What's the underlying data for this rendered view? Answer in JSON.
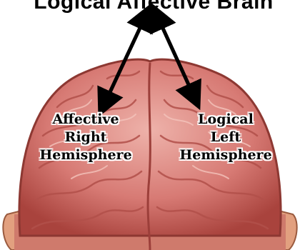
{
  "header": {
    "top_text": "Logical Affective Brain"
  },
  "labels": {
    "right_hemisphere": [
      "Affective",
      "Right",
      "Hemisphere"
    ],
    "left_hemisphere": [
      "Logical",
      "Left",
      "Hemisphere"
    ]
  },
  "colors": {
    "brain": "#d77a74",
    "brain_dark": "#b4524c",
    "fold": "#e9a8a0",
    "ear": "#e2a07f"
  }
}
